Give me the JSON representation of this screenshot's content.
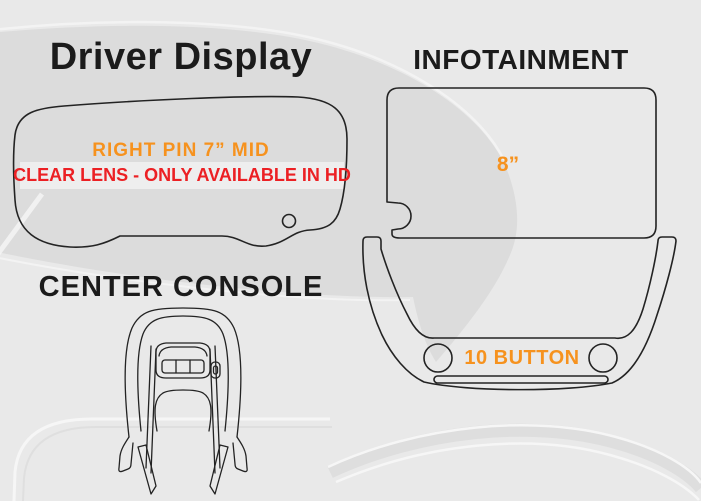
{
  "page": {
    "background_color": "#E9E9E9",
    "watermark_color": "#DCDCDC",
    "line_color": "#232323"
  },
  "driver_display": {
    "title": "Driver Display",
    "note_line1": "RIGHT PIN 7” MID",
    "note_line1_color": "#F6921E",
    "note_line2": "CLEAR LENS - ONLY AVAILABLE IN HD",
    "note_line2_color": "#EC2024"
  },
  "infotainment": {
    "title": "INFOTAINMENT",
    "screen_size": "8”",
    "button_count_label": "10 BUTTON",
    "label_color": "#F6921E"
  },
  "center_console": {
    "title": "CENTER CONSOLE"
  }
}
